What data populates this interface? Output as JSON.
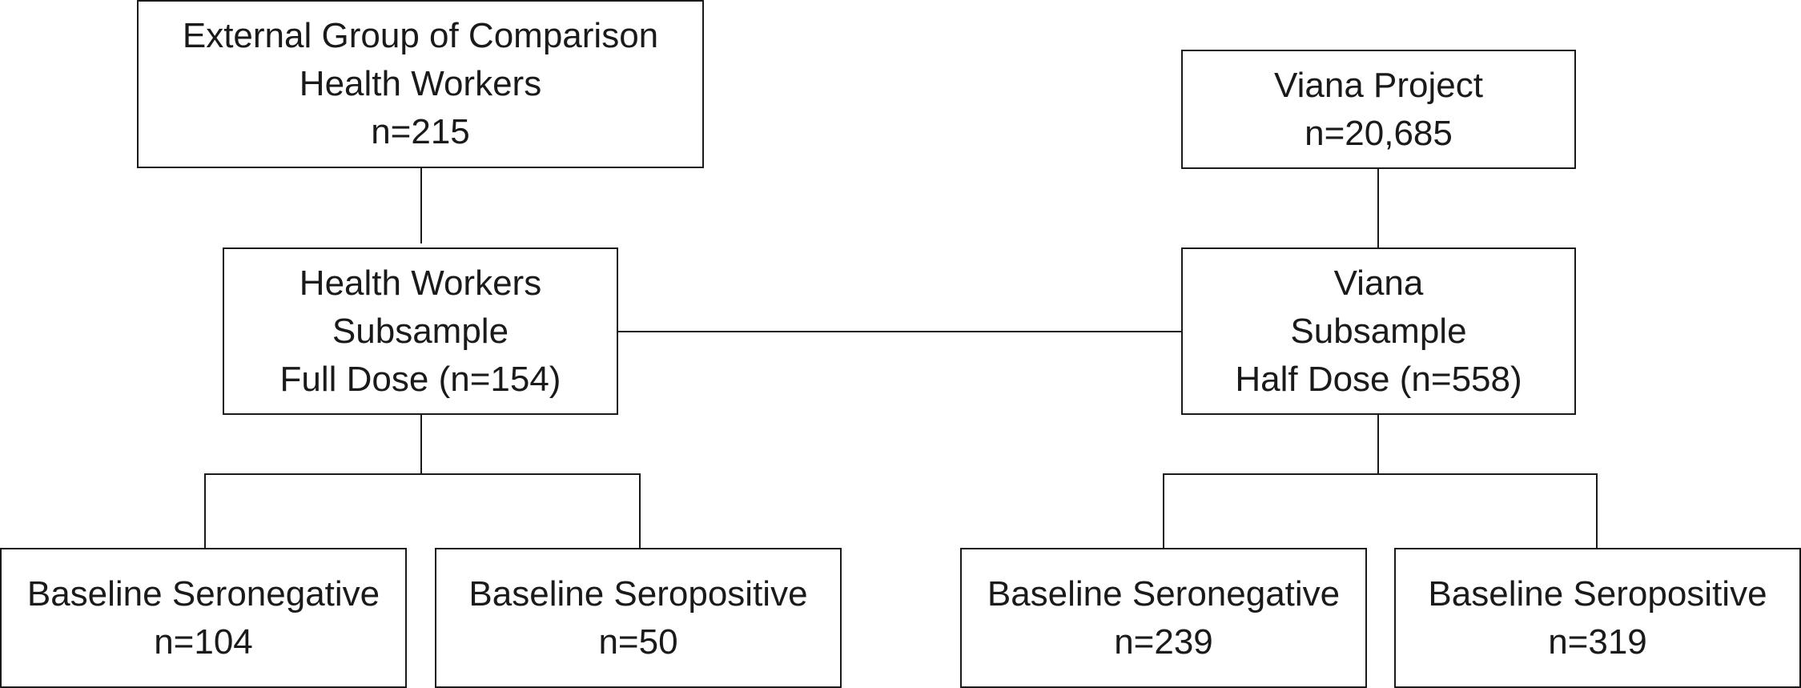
{
  "nodes": {
    "external_group": {
      "line1": "External Group of Comparison",
      "line2": "Health Workers",
      "line3": "n=215"
    },
    "viana_project": {
      "line1": "Viana Project",
      "line2": "n=20,685"
    },
    "hw_subsample": {
      "line1": "Health Workers",
      "line2": "Subsample",
      "line3": "Full Dose (n=154)"
    },
    "viana_subsample": {
      "line1": "Viana",
      "line2": "Subsample",
      "line3": "Half Dose (n=558)"
    },
    "hw_seroneg": {
      "line1": "Baseline Seronegative",
      "line2": "n=104"
    },
    "hw_seropos": {
      "line1": "Baseline Seropositive",
      "line2": "n=50"
    },
    "viana_seroneg": {
      "line1": "Baseline Seronegative",
      "line2": "n=239"
    },
    "viana_seropos": {
      "line1": "Baseline Seropositive",
      "line2": "n=319"
    }
  }
}
